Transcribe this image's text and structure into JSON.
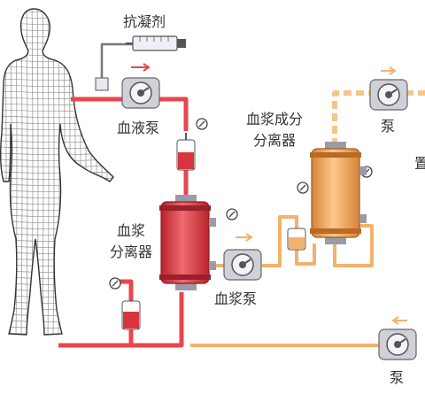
{
  "labels": {
    "anticoagulant": "抗凝剂",
    "blood_pump": "血液泵",
    "plasma_separator_line1": "血浆",
    "plasma_separator_line2": "分离器",
    "plasma_pump": "血浆泵",
    "component_separator_line1": "血浆成分",
    "component_separator_line2": "分离器",
    "pump_top": "泵",
    "pump_bottom": "泵",
    "cut_char": "置"
  },
  "colors": {
    "blood": "#e8464d",
    "plasma": "#f3b26c",
    "plasma_dashed": "#f5c689",
    "separator_red": "#d8343f",
    "separator_orange": "#f0a456",
    "pump_gray": "#c8c8d0",
    "figure_line": "#333333"
  }
}
